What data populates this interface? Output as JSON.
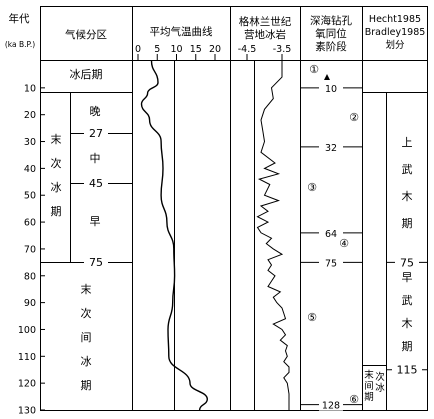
{
  "header": {
    "age_title": "年代",
    "age_unit": "(ka B.P.)",
    "climate_zone": "气候分区",
    "temperature_curve": "平均气温曲线",
    "greenland_l1": "格林兰世纪",
    "greenland_l2": "营地冰岩",
    "deepsea_l1": "深海钻孔",
    "deepsea_l2": "氧同位",
    "deepsea_l3": "素阶段",
    "hecht_l1": "Hecht1985",
    "hecht_l2": "Bradley1985",
    "hecht_l3": "划分"
  },
  "age_axis": {
    "ticks": [
      "10",
      "20",
      "30",
      "40",
      "50",
      "60",
      "70",
      "80",
      "90",
      "100",
      "110",
      "120",
      "130"
    ]
  },
  "temperature_scale": {
    "ticks": [
      "0",
      "5",
      "10",
      "15",
      "20"
    ]
  },
  "greenland_scale": {
    "ticks": [
      "-4.5",
      "-3.5"
    ]
  },
  "climate_zones": {
    "postglacial": "冰后期",
    "glacial_chars": [
      "末",
      "次",
      "冰",
      "期"
    ],
    "interglacial_chars": [
      "末",
      "次",
      "间",
      "冰",
      "期"
    ],
    "sub_late": "晚",
    "sub_mid": "中",
    "sub_early": "早",
    "boundary_27": "27",
    "boundary_45": "45",
    "boundary_75": "75"
  },
  "deepsea": {
    "ages": [
      "10",
      "32",
      "64",
      "75",
      "128"
    ],
    "stages": [
      "①",
      "②",
      "③",
      "④",
      "⑤",
      "⑥"
    ]
  },
  "hecht": {
    "upper_chars": [
      "上",
      "武",
      "木",
      "期"
    ],
    "lower_chars": [
      "早",
      "武",
      "木",
      "期"
    ],
    "boundary_75": "75",
    "boundary_115": "115",
    "last_inter_chars_col1": [
      "末",
      "间",
      "期"
    ],
    "last_inter_chars_col2": [
      "次",
      "冰"
    ]
  },
  "chart_data": {
    "type": "line",
    "series_temperature": {
      "x": [
        0,
        5,
        10,
        15,
        20
      ],
      "points_age_ka": [
        0,
        8,
        12,
        16,
        22,
        30,
        40,
        50,
        60,
        70,
        80,
        90,
        100,
        110,
        120,
        126,
        130
      ],
      "points_temp_c": [
        3.5,
        5.2,
        2.5,
        0.9,
        3.0,
        6.0,
        6.5,
        6.0,
        7.5,
        9.3,
        9.5,
        9.0,
        7.8,
        8.0,
        13.5,
        18.0,
        16.0
      ]
    },
    "series_greenland": {
      "points_age_ka": [
        0,
        6,
        10,
        14,
        18,
        22,
        26,
        30,
        34,
        38,
        40,
        42,
        44,
        46,
        50,
        52,
        54,
        56,
        58,
        60,
        62,
        64,
        66,
        68,
        70,
        72,
        74,
        76,
        78,
        80,
        82,
        84,
        86,
        88,
        90,
        92,
        94,
        96,
        98,
        100,
        102,
        104,
        106,
        108,
        110,
        112,
        114,
        116,
        118,
        120,
        124,
        128,
        130
      ],
      "points_value": [
        -3.5,
        -3.5,
        -3.8,
        -3.75,
        -4.0,
        -4.1,
        -4.05,
        -4.0,
        -4.1,
        -3.7,
        -4.0,
        -3.6,
        -4.15,
        -3.85,
        -4.0,
        -3.6,
        -4.1,
        -3.9,
        -4.2,
        -3.9,
        -4.2,
        -4.1,
        -3.8,
        -3.95,
        -3.75,
        -3.5,
        -3.9,
        -3.8,
        -3.9,
        -3.7,
        -3.8,
        -3.9,
        -3.55,
        -3.75,
        -3.65,
        -3.5,
        -3.45,
        -3.4,
        -3.75,
        -3.5,
        -3.4,
        -3.55,
        -3.35,
        -3.4,
        -3.35,
        -3.45,
        -3.3,
        -3.3,
        -3.45,
        -3.35,
        -3.3,
        -3.3,
        -3.3
      ]
    }
  }
}
